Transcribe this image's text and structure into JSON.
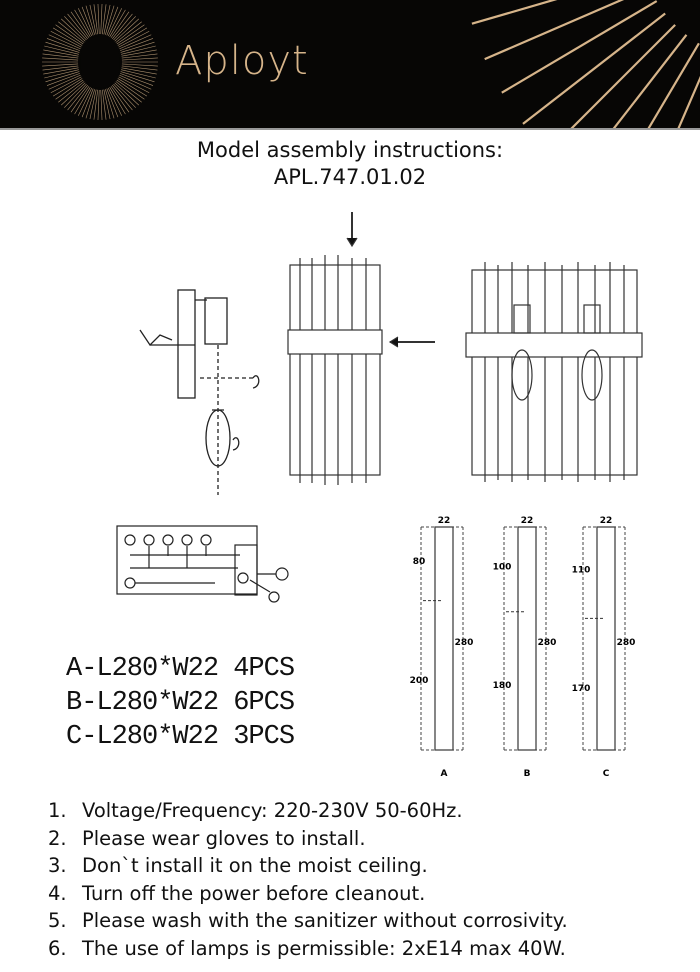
{
  "header": {
    "brand": "Aployt",
    "accent": "#d6b48a"
  },
  "title": {
    "line1": "Model assembly instructions:",
    "line2": "APL.747.01.02"
  },
  "parts": [
    "A-L280*W22 4PCS",
    "B-L280*W22 6PCS",
    "C-L280*W22 3PCS"
  ],
  "rods": [
    {
      "label": "A",
      "width": "22",
      "top": "80",
      "bottom": "200",
      "length": "280"
    },
    {
      "label": "B",
      "width": "22",
      "top": "100",
      "bottom": "180",
      "length": "280"
    },
    {
      "label": "C",
      "width": "22",
      "top": "110",
      "bottom": "170",
      "length": "280"
    }
  ],
  "notes": [
    {
      "n": "1.",
      "text": "Voltage/Frequency: 220-230V 50-60Hz."
    },
    {
      "n": "2.",
      "text": "Please wear gloves to install."
    },
    {
      "n": "3.",
      "text": "Don`t install it on the moist ceiling."
    },
    {
      "n": "4.",
      "text": "Turn off the power before cleanout."
    },
    {
      "n": "5.",
      "text": "Please wash with the sanitizer without corrosivity."
    },
    {
      "n": "6.",
      "text": "The use of lamps is permissible: 2xE14 max 40W."
    }
  ]
}
